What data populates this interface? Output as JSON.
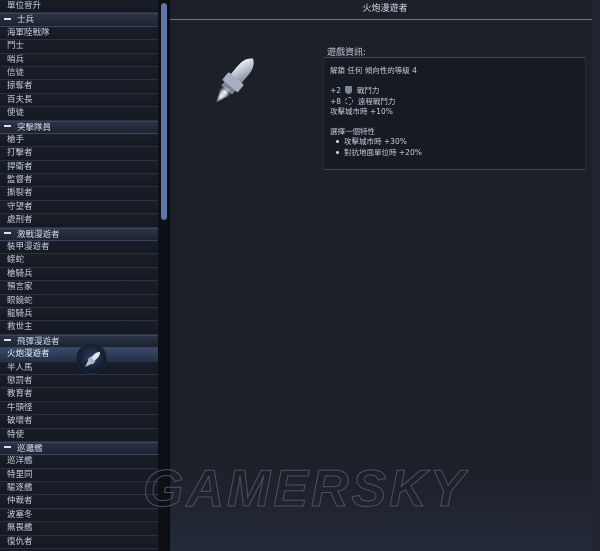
{
  "sidebar": {
    "rows": [
      {
        "type": "item",
        "label": "單位晉升"
      },
      {
        "type": "header",
        "label": "士兵"
      },
      {
        "type": "item",
        "label": "海軍陸戰隊"
      },
      {
        "type": "item",
        "label": "鬥士"
      },
      {
        "type": "item",
        "label": "哨兵"
      },
      {
        "type": "item",
        "label": "信徒"
      },
      {
        "type": "item",
        "label": "掠奪者"
      },
      {
        "type": "item",
        "label": "百夫長"
      },
      {
        "type": "item",
        "label": "使徒"
      },
      {
        "type": "header",
        "label": "突擊隊員"
      },
      {
        "type": "item",
        "label": "槍手"
      },
      {
        "type": "item",
        "label": "打擊者"
      },
      {
        "type": "item",
        "label": "捍衛者"
      },
      {
        "type": "item",
        "label": "監督者"
      },
      {
        "type": "item",
        "label": "撕裂者"
      },
      {
        "type": "item",
        "label": "守望者"
      },
      {
        "type": "item",
        "label": "處刑者"
      },
      {
        "type": "header",
        "label": "激戰漫遊者"
      },
      {
        "type": "item",
        "label": "裝甲漫遊者"
      },
      {
        "type": "item",
        "label": "蝰蛇"
      },
      {
        "type": "item",
        "label": "槍騎兵"
      },
      {
        "type": "item",
        "label": "預言家"
      },
      {
        "type": "item",
        "label": "眼鏡蛇"
      },
      {
        "type": "item",
        "label": "龍騎兵"
      },
      {
        "type": "item",
        "label": "救世主"
      },
      {
        "type": "header",
        "label": "飛彈漫遊者"
      },
      {
        "type": "item",
        "label": "火炮漫遊者",
        "selected": true
      },
      {
        "type": "item",
        "label": "半人馬"
      },
      {
        "type": "item",
        "label": "懲罰者"
      },
      {
        "type": "item",
        "label": "教育者"
      },
      {
        "type": "item",
        "label": "牛頭怪"
      },
      {
        "type": "item",
        "label": "破壞者"
      },
      {
        "type": "item",
        "label": "特使"
      },
      {
        "type": "header",
        "label": "巡邏艦"
      },
      {
        "type": "item",
        "label": "巡洋艦"
      },
      {
        "type": "item",
        "label": "特里同"
      },
      {
        "type": "item",
        "label": "驅逐艦"
      },
      {
        "type": "item",
        "label": "仲裁者"
      },
      {
        "type": "item",
        "label": "波塞冬"
      },
      {
        "type": "item",
        "label": "無畏艦"
      },
      {
        "type": "item",
        "label": "復仇者"
      }
    ],
    "unit_badge_icon": "rocket-icon"
  },
  "main": {
    "title": "火炮漫遊者",
    "unit_icon": "rocket-icon",
    "info_label": "遊戲資訊:",
    "info": {
      "unlock": "解鎖 任何 傾向性的等級 4",
      "stats": [
        {
          "value": "+2",
          "icon": "shield-icon",
          "label": "戰鬥力"
        },
        {
          "value": "+8",
          "icon": "ranged-icon",
          "label": "遠程戰鬥力"
        }
      ],
      "bonus": "攻擊城市時 +10%",
      "perk_title": "選擇一個特性",
      "perks": [
        "攻擊城市時 +30%",
        "對抗地面單位時 +20%"
      ]
    }
  },
  "watermark": "GAMERSKY",
  "colors": {
    "accent_scrollbar": "#5e76a6",
    "panel_bg": "#1c2029",
    "header_row": "#2a3346"
  }
}
